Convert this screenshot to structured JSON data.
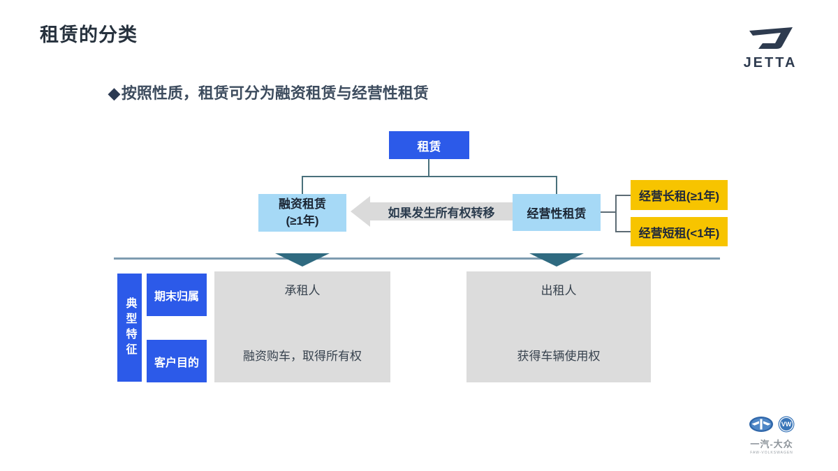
{
  "header": {
    "title": "租赁的分类",
    "bullet_marker": "◆",
    "bullet_text": "按照性质，租赁可分为融资租赁与经营性租赁"
  },
  "brand": {
    "jetta_wordmark": "JETTA",
    "footer_cn": "一汽-大众",
    "footer_en": "FAW-VOLKSWAGEN"
  },
  "diagram": {
    "root": "租赁",
    "finance_line1": "融资租赁",
    "finance_line2": "(≥1年)",
    "transfer_label": "如果发生所有权转移",
    "operating": "经营性租赁",
    "long_term": "经营长租(≥1年)",
    "short_term": "经营短租(<1年)"
  },
  "table": {
    "header": "典型特征",
    "row_labels": [
      "期末归属",
      "客户目的"
    ],
    "finance_cells": [
      "承租人",
      "融资购车，取得所有权"
    ],
    "operating_cells": [
      "出租人",
      "获得车辆使用权"
    ]
  },
  "colors": {
    "accent_blue": "#2C5AE9",
    "light_blue": "#A6D9F6",
    "gold": "#F7C400",
    "panel_gray": "#DCDCDC",
    "arrow_gray": "#DADADA",
    "teal_triangle": "#2F6A80",
    "divider": "#7E9CB0",
    "connector": "#49707B",
    "title_text": "#26313D",
    "jetta_navy": "#2E3B4F"
  }
}
